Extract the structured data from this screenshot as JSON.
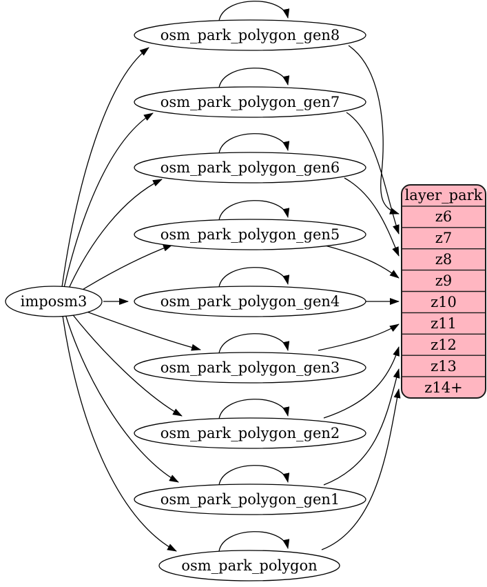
{
  "diagram": {
    "source": {
      "label": "imposm3"
    },
    "tables": [
      {
        "label": "osm_park_polygon_gen8",
        "from": "imposm3",
        "self_loop": true,
        "feeds": "z6"
      },
      {
        "label": "osm_park_polygon_gen7",
        "from": "imposm3",
        "self_loop": true,
        "feeds": "z7"
      },
      {
        "label": "osm_park_polygon_gen6",
        "from": "imposm3",
        "self_loop": true,
        "feeds": "z8"
      },
      {
        "label": "osm_park_polygon_gen5",
        "from": "imposm3",
        "self_loop": true,
        "feeds": "z9"
      },
      {
        "label": "osm_park_polygon_gen4",
        "from": "imposm3",
        "self_loop": true,
        "feeds": "z10"
      },
      {
        "label": "osm_park_polygon_gen3",
        "from": "imposm3",
        "self_loop": true,
        "feeds": "z11"
      },
      {
        "label": "osm_park_polygon_gen2",
        "from": "imposm3",
        "self_loop": true,
        "feeds": "z12"
      },
      {
        "label": "osm_park_polygon_gen1",
        "from": "imposm3",
        "self_loop": true,
        "feeds": "z13"
      },
      {
        "label": "osm_park_polygon",
        "from": "imposm3",
        "self_loop": true,
        "feeds": "z14+"
      }
    ],
    "layer": {
      "title": "layer_park",
      "rows": [
        "z6",
        "z7",
        "z8",
        "z9",
        "z10",
        "z11",
        "z12",
        "z13",
        "z14+"
      ]
    },
    "colors": {
      "layer_fill": "#ffb6c1",
      "node_fill": "#ffffff",
      "stroke": "#000000",
      "text": "#000000"
    }
  }
}
